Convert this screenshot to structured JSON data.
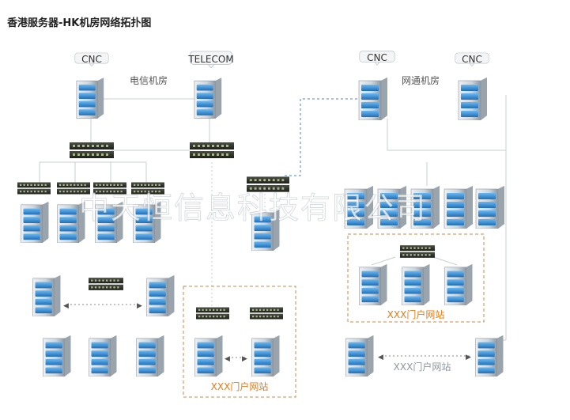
{
  "title": "香港服务器-HK机房网络拓扑图",
  "bubbles": [
    "CNC",
    "TELECOM",
    "CNC",
    "CNC"
  ],
  "room_labels": [
    "电信机房",
    "网通机房"
  ],
  "portal_labels": [
    "XXX门户网站",
    "XXX门户网站",
    "XXX门户网站"
  ],
  "watermark": "中天恒信息科技有限公司",
  "colors": {
    "server_blue": "#2f8fd8",
    "server_body": "#cfd6dd",
    "switch_dark": "#2c2f28",
    "dashed_blue": "#4a86c8",
    "dashed_orange": "#c98a4a",
    "portal_text": "#e07b1a"
  },
  "icons": [
    "server-icon",
    "network-switch-icon",
    "speech-bubble"
  ]
}
